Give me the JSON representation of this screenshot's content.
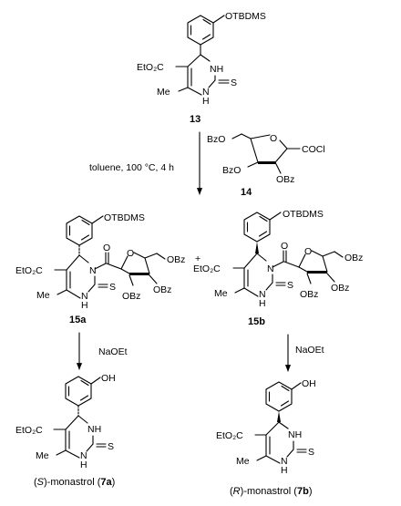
{
  "compounds": {
    "c13": {
      "label": "13",
      "substituents": {
        "aryl": "OTBDMS",
        "ester": "EtO₂C",
        "methyl": "Me",
        "nh": "NH",
        "h": "H",
        "n": "N",
        "thione": "S"
      }
    },
    "c14": {
      "label": "14",
      "substituents": {
        "bzo1": "BzO",
        "bzo2": "BzO",
        "obz": "OBz",
        "o": "O",
        "cocl": "COCl"
      }
    },
    "c15a": {
      "label": "15a",
      "substituents": {
        "aryl": "OTBDMS",
        "ester": "EtO₂C",
        "methyl": "Me",
        "n": "N",
        "h": "H",
        "n2": "N",
        "thione": "S",
        "o_carbonyl": "O",
        "o_ring": "O",
        "obz1": "OBz",
        "obz2": "OBz",
        "obz3": "OBz"
      }
    },
    "c15b": {
      "label": "15b",
      "substituents": {
        "aryl": "OTBDMS",
        "ester": "EtO₂C",
        "methyl": "Me",
        "n": "N",
        "h": "H",
        "n2": "N",
        "thione": "S",
        "o_carbonyl": "O",
        "o_ring": "O",
        "obz1": "OBz",
        "obz2": "OBz",
        "obz3": "OBz"
      }
    },
    "c7a": {
      "name_prefix": "(",
      "name_italic": "S",
      "name_mid": ")-monastrol (",
      "label": "7a",
      "name_suffix": ")",
      "substituents": {
        "aryl": "OH",
        "ester": "EtO₂C",
        "methyl": "Me",
        "nh": "NH",
        "h": "H",
        "n": "N",
        "thione": "S"
      }
    },
    "c7b": {
      "name_prefix": "(",
      "name_italic": "R",
      "name_mid": ")-monastrol (",
      "label": "7b",
      "name_suffix": ")",
      "substituents": {
        "aryl": "OH",
        "ester": "EtO₂C",
        "methyl": "Me",
        "nh": "NH",
        "h": "H",
        "n": "N",
        "thione": "S"
      }
    }
  },
  "reactions": {
    "step1": {
      "conditions": "toluene, 100 °C, 4 h"
    },
    "step2a": {
      "reagent": "NaOEt"
    },
    "step2b": {
      "reagent": "NaOEt"
    },
    "plus": "+"
  }
}
